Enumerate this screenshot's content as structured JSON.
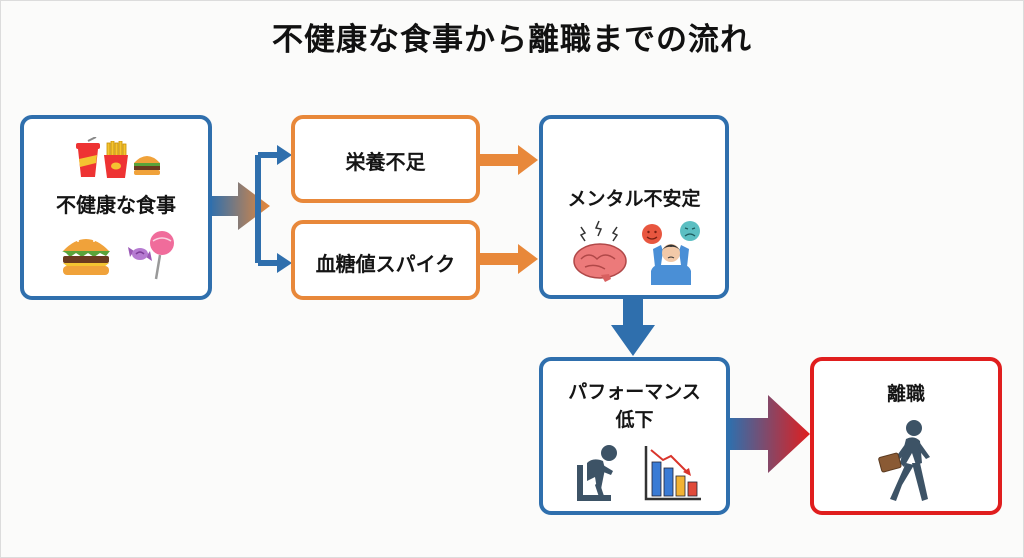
{
  "title": "不健康な食事から離職までの流れ",
  "colors": {
    "blue": "#2f6fad",
    "orange": "#e8883a",
    "red": "#e01e1e"
  },
  "nodes": {
    "unhealthy_diet": {
      "label": "不健康な食事",
      "icons": [
        "soda-cup-icon",
        "french-fries-icon",
        "small-burger-icon",
        "hamburger-icon",
        "candy-icon",
        "lollipop-icon"
      ]
    },
    "malnutrition": {
      "label": "栄養不足"
    },
    "blood_sugar_spike": {
      "label": "血糖値スパイク"
    },
    "mental_instability": {
      "label": "メンタル不安定",
      "icons": [
        "stressed-brain-icon",
        "angry-face-icon",
        "sad-face-icon",
        "distressed-person-icon"
      ]
    },
    "performance_decline": {
      "label_line1": "パフォーマンス",
      "label_line2": "低下",
      "icons": [
        "slumped-person-icon",
        "declining-bar-chart-icon"
      ]
    },
    "turnover": {
      "label": "離職",
      "icons": [
        "walking-person-with-briefcase-icon"
      ]
    }
  },
  "edges": [
    {
      "from": "unhealthy_diet",
      "to": [
        "malnutrition",
        "blood_sugar_spike"
      ],
      "style": "split"
    },
    {
      "from": "malnutrition",
      "to": "mental_instability"
    },
    {
      "from": "blood_sugar_spike",
      "to": "mental_instability"
    },
    {
      "from": "mental_instability",
      "to": "performance_decline"
    },
    {
      "from": "performance_decline",
      "to": "turnover"
    }
  ]
}
